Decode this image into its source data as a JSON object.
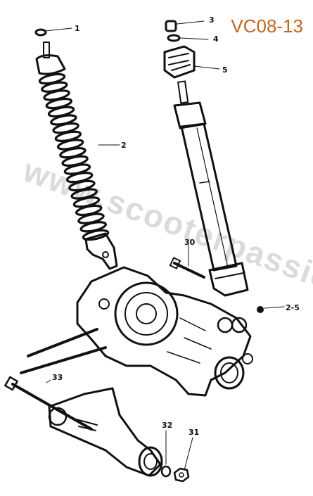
{
  "diagram_code": "VC08-13",
  "watermark": "www.scooterpassion.be",
  "colors": {
    "code": "#c0651f",
    "ink": "#111111",
    "watermark": "#cfcfcf"
  },
  "callouts": {
    "c1": "1",
    "c2": "2",
    "c3": "3",
    "c4": "4",
    "c5": "5",
    "c25": "2-5",
    "c30": "30",
    "c31": "31",
    "c32": "32",
    "c33": "33"
  }
}
